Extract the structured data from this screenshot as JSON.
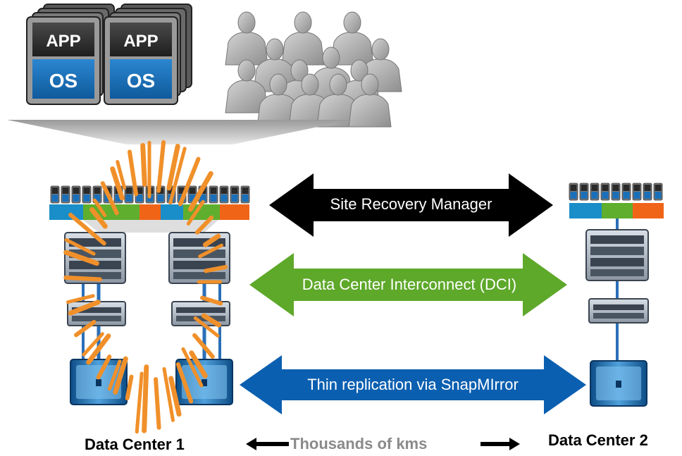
{
  "app_stack": {
    "app_label": "APP",
    "os_label": "OS",
    "stacks": 2
  },
  "users": {
    "icon": "user-group-icon",
    "count": 13
  },
  "arrows": {
    "srm": {
      "label": "Site Recovery Manager",
      "color": "#000000"
    },
    "dci": {
      "label": "Data Center Interconnect (DCI)",
      "color": "#5ea82a"
    },
    "replication": {
      "label": "Thin replication via SnapMIrror",
      "color": "#0b5fb0"
    }
  },
  "datacenters": {
    "dc1": {
      "label": "Data Center 1"
    },
    "dc2": {
      "label": "Data Center 2"
    }
  },
  "distance": {
    "label": "Thousands of kms"
  },
  "colors": {
    "blue": "#1a8ec8",
    "green": "#5fae2e",
    "orange": "#f06418",
    "burst": "#f0902a",
    "vm_dark": "#2a2a2a",
    "vm_os": "#1a6fb8"
  },
  "disaster": {
    "icon": "disaster-burst-icon"
  }
}
